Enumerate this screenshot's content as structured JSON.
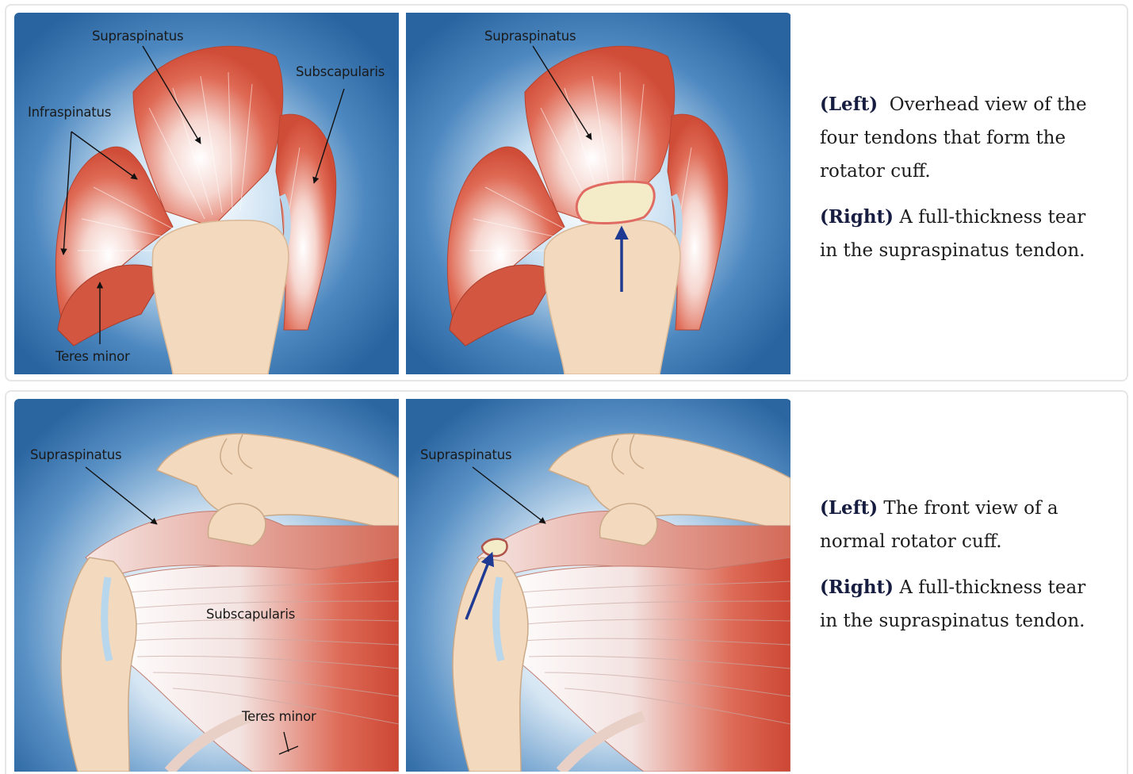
{
  "figures": [
    {
      "left_labels": {
        "supraspinatus": "Supraspinatus",
        "subscapularis": "Subscapularis",
        "infraspinatus": "Infraspinatus",
        "teres_minor": "Teres minor"
      },
      "right_labels": {
        "supraspinatus": "Supraspinatus"
      },
      "caption": {
        "left_tag": "(Left)",
        "left_text": "Overhead view of the four tendons that form the rotator cuff.",
        "right_tag": "(Right)",
        "right_text": "A full-thickness tear in the supraspinatus tendon."
      }
    },
    {
      "left_labels": {
        "supraspinatus": "Supraspinatus",
        "subscapularis": "Subscapularis",
        "teres_minor": "Teres minor"
      },
      "right_labels": {
        "supraspinatus": "Supraspinatus"
      },
      "caption": {
        "left_tag": "(Left)",
        "left_text": "The front view of a normal rotator cuff.",
        "right_tag": "(Right)",
        "right_text": "A full-thickness tear in the supraspinatus tendon."
      }
    }
  ],
  "colors": {
    "background_blue": "#2f6aa3",
    "muscle_red": "#d2523e",
    "bone": "#f3d9be",
    "tear_arrow": "#1f3a93"
  }
}
